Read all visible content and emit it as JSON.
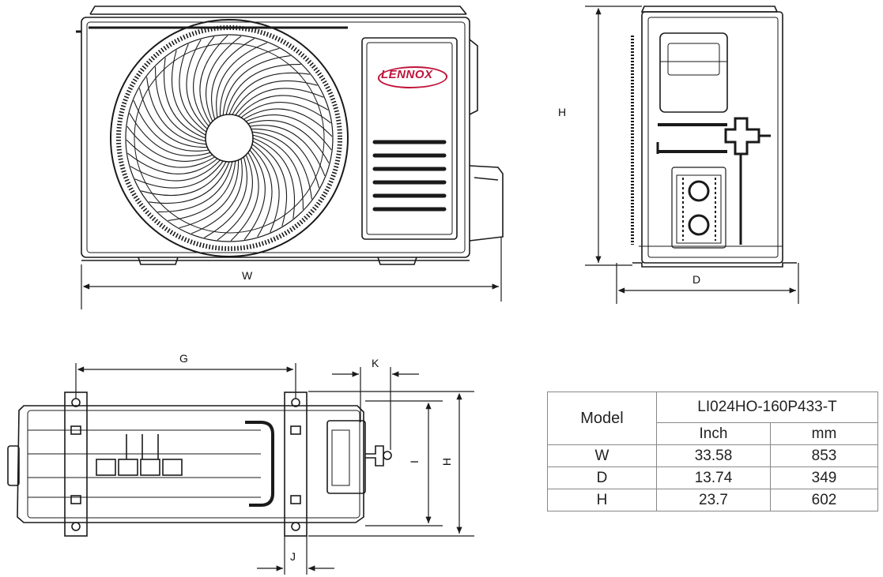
{
  "brand": "LENNOX",
  "dimensions": {
    "width": "W",
    "depth": "D",
    "height_side": "H",
    "g": "G",
    "k": "K",
    "i": "I",
    "h_top": "H",
    "j": "J"
  },
  "spec_table": {
    "model_label": "Model",
    "model_name": "LI024HO-160P433-T",
    "unit_inch": "Inch",
    "unit_mm": "mm",
    "rows": [
      {
        "label": "W",
        "inch": "33.58",
        "mm": "853"
      },
      {
        "label": "D",
        "inch": "13.74",
        "mm": "349"
      },
      {
        "label": "H",
        "inch": "23.7",
        "mm": "602"
      }
    ]
  },
  "colors": {
    "line": "#1a1a1a",
    "brand": "#c0143c"
  }
}
